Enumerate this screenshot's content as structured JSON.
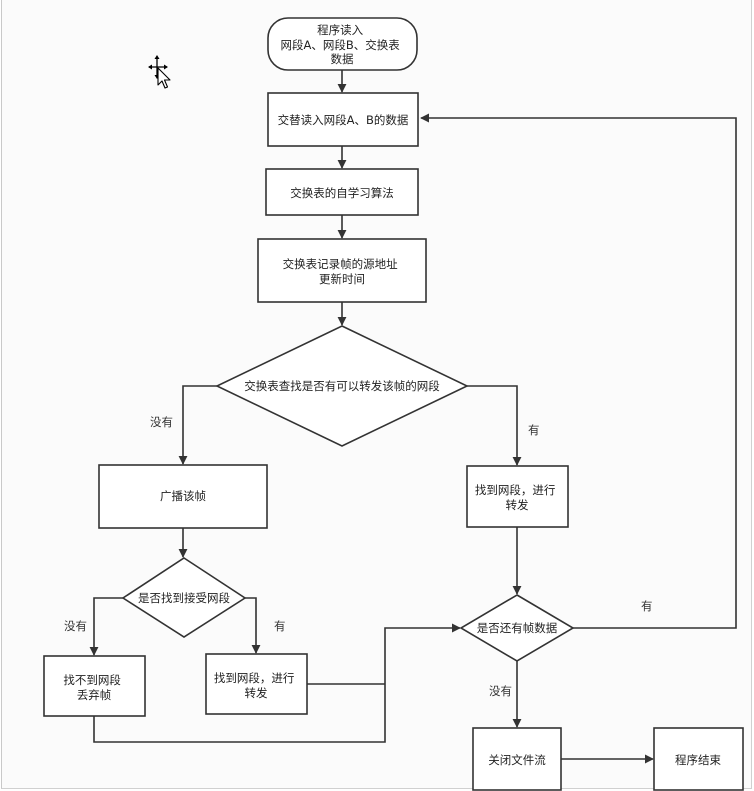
{
  "nodes": {
    "start": [
      "程序读入",
      "网段A、网段B、交换表",
      "数据"
    ],
    "read_alt": [
      "交替读入网段A、B的数据"
    ],
    "self_learn": [
      "交换表的自学习算法"
    ],
    "record": [
      "交换表记录帧的源地址",
      "更新时间"
    ],
    "lookup": [
      "交换表查找是否有可以转发该帧的网段"
    ],
    "broadcast": [
      "广播该帧"
    ],
    "found_forward_right": [
      "找到网段，进行",
      "转发"
    ],
    "find_recv": [
      "是否找到接受网段"
    ],
    "not_found_drop": [
      "找不到网段",
      "丢弃帧"
    ],
    "found_forward_left": [
      "找到网段，进行",
      "转发"
    ],
    "more_frames": [
      "是否还有帧数据"
    ],
    "close_stream": [
      "关闭文件流"
    ],
    "end": [
      "程序结束"
    ]
  },
  "edge_labels": {
    "lookup_no": "没有",
    "lookup_yes": "有",
    "find_no": "没有",
    "find_yes": "有",
    "more_yes": "有",
    "more_no": "没有"
  },
  "colors": {
    "stroke": "#333333",
    "fill": "#ffffff",
    "background": "#fbfbfb"
  },
  "cursor_icon": "move-cursor-icon"
}
